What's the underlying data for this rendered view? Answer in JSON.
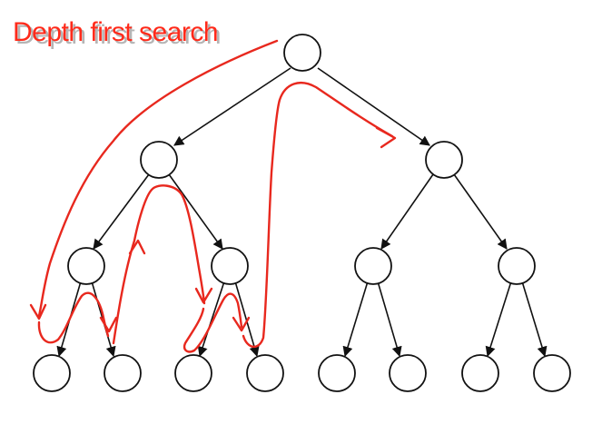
{
  "title": {
    "text": "Depth first search",
    "color": "#ff2a1a",
    "shadow_color": "#b5b5b5"
  },
  "colors": {
    "node_stroke": "#111111",
    "edge_stroke": "#111111",
    "traversal_stroke": "#e8281e"
  },
  "tree": {
    "levels": 4,
    "branching": 2,
    "node_count": 15,
    "edge_count": 14
  },
  "traversal": {
    "visit_order": [
      "root",
      "L",
      "LL",
      "LLL",
      "LLR",
      "LR",
      "LRL",
      "LRR",
      "R"
    ]
  },
  "icons": {
    "arrowhead": "red-arrowhead-icon"
  }
}
